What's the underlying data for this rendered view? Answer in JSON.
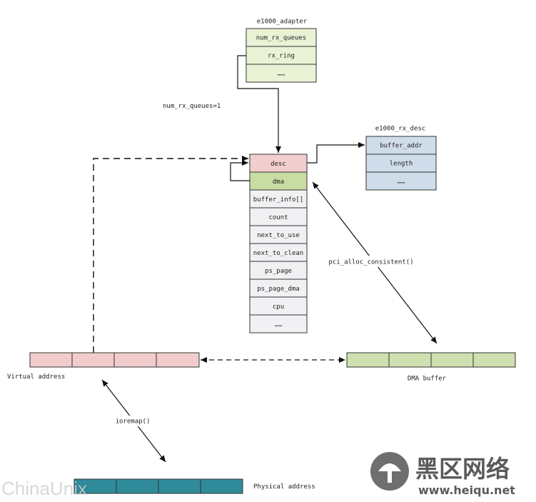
{
  "adapter": {
    "title": "e1000_adapter",
    "fields": [
      "num_rx_queues",
      "rx_ring",
      "……"
    ]
  },
  "ring": {
    "fields": [
      "desc",
      "dma",
      "buffer_info[]",
      "count",
      "next_to_use",
      "next_to_clean",
      "ps_page",
      "ps_page_dma",
      "cpu",
      "……"
    ]
  },
  "rx_desc": {
    "title": "e1000_rx_desc",
    "fields": [
      "buffer_addr",
      "length",
      "……"
    ]
  },
  "labels": {
    "num_rx_queues": "num_rx_queues=1",
    "pci_alloc": "pci_alloc_consistent()",
    "ioremap": "ioremap()",
    "virtual": "Virtual address",
    "dma_buffer": "DMA buffer",
    "physical": "Physical address"
  },
  "watermarks": {
    "left": "ChinaUnix",
    "right_cn": "黑区网络",
    "right_url": "www.heiqu.net"
  },
  "colors": {
    "adapter": "#eaf2d6",
    "desc": "#f2cece",
    "dma": "#c8dca4",
    "ring": "#f1f1f4",
    "rx_desc": "#cfdcea",
    "virtual": "#f2cccc",
    "dma_buffer": "#cfe0b0",
    "physical": "#2f8a9a"
  }
}
